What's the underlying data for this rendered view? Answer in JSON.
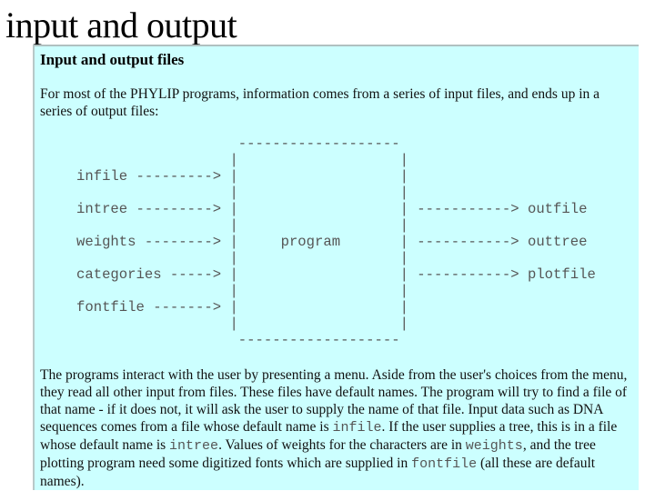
{
  "slide_title": "input and output",
  "panel": {
    "heading": "Input and output files",
    "intro": "For most of the PHYLIP programs, information comes from a series of input files, and ends up in a series of output files:",
    "diagram_lines": [
      "                   -------------------",
      "                  |                   |",
      "infile ---------> |                   |",
      "                  |                   |",
      "intree ---------> |                   | -----------> outfile",
      "                  |                   |",
      "weights --------> |     program       | -----------> outtree",
      "                  |                   |",
      "categories -----> |                   | -----------> plotfile",
      "                  |                   |",
      "fontfile -------> |                   |",
      "                  |                   |",
      "                   -------------------"
    ],
    "body": {
      "t1": "The programs interact with the user by presenting a menu. Aside from the user's choices from the menu, they read all other input from files. These files have default names. The program will try to find a file of that name - if it does not, it will ask the user to supply the name of that file. Input data such as DNA sequences comes from a file whose default name is ",
      "c1": "infile",
      "t2": ". If the user supplies a tree, this is in a file whose default name is ",
      "c2": "intree",
      "t3": ". Values of weights for the characters are in ",
      "c3": "weights",
      "t4": ", and the tree plotting program need some digitized fonts which are supplied in ",
      "c4": "fontfile",
      "t5": " (all these are default names)."
    }
  }
}
